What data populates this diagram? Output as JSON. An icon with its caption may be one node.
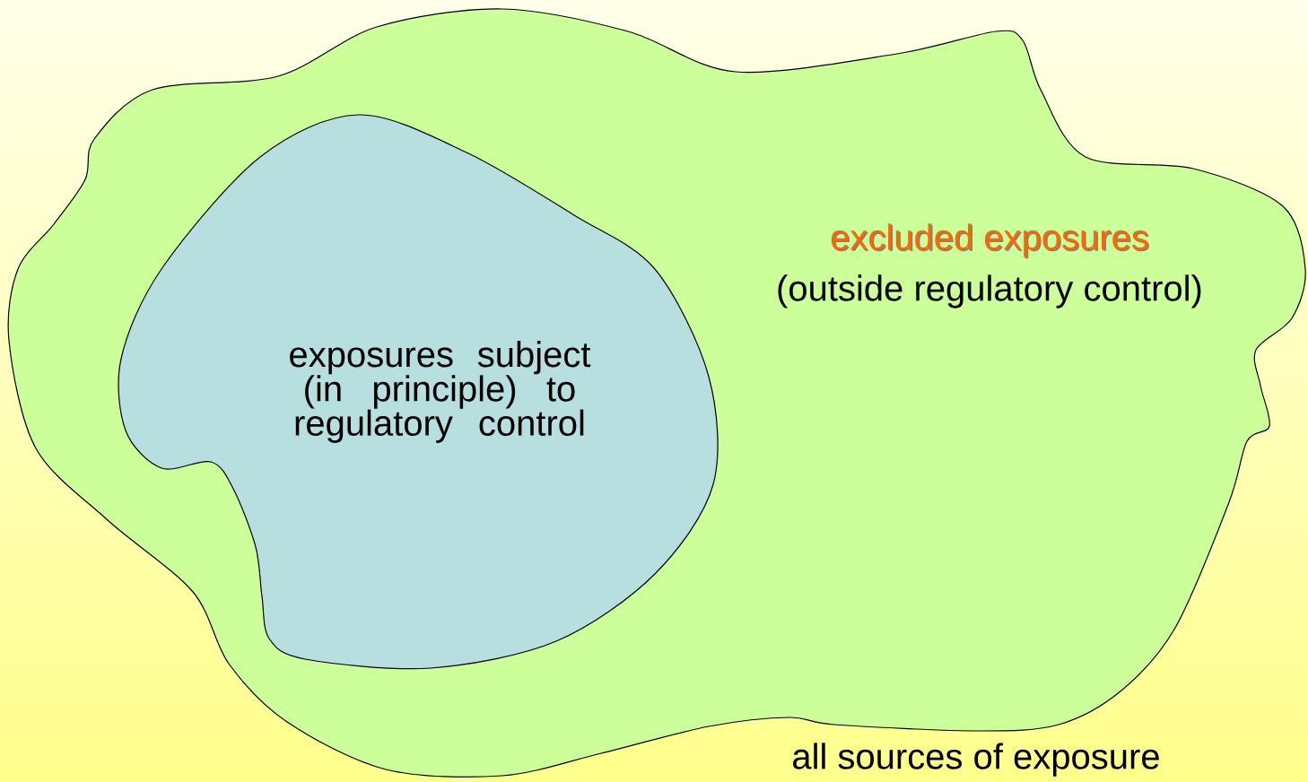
{
  "diagram": {
    "nodes": [
      {
        "text": [
          "excluded exposures",
          "(outside regulatory control)"
        ],
        "beside": [
          "all sources of exposure"
        ]
      },
      {
        "text": [
          "exposures subject (in principle) to regulatory control"
        ],
        "in": 0
      }
    ]
  }
}
